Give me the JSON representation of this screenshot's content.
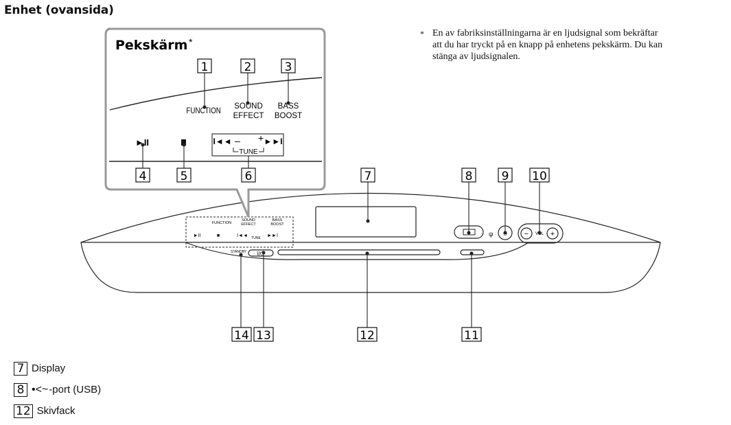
{
  "section_title": "Enhet (ovansida)",
  "inset": {
    "title": "Pekskärm",
    "title_mark": "*",
    "labels": {
      "function": "FUNCTION",
      "sound_effect": [
        "SOUND",
        "EFFECT"
      ],
      "bass_boost": [
        "BASS",
        "BOOST"
      ],
      "tune": "TUNE",
      "minus": "–",
      "plus": "+"
    }
  },
  "footnote": {
    "mark": "*",
    "text": "En av fabriksinställningarna är en ljudsignal som bekräftar att du har tryckt på en knapp på enhetens pekskärm. Du kan stänga av ljudsignalen."
  },
  "device": {
    "labels": {
      "function": "FUNCTION",
      "sound_effect": [
        "SOUND",
        "EFFECT"
      ],
      "bass_boost": [
        "BASS",
        "BOOST"
      ],
      "tune": "TUNE",
      "standby": "STANDBY",
      "vol": "VOL"
    }
  },
  "callouts": [
    "1",
    "2",
    "3",
    "4",
    "5",
    "6",
    "7",
    "8",
    "9",
    "10",
    "11",
    "12",
    "13",
    "14"
  ],
  "legend": [
    {
      "number": "7",
      "label": "Display"
    },
    {
      "number": "8",
      "icon": "usb-icon",
      "label": "-port (USB)"
    },
    {
      "number": "12",
      "label": "Skivfack"
    }
  ]
}
